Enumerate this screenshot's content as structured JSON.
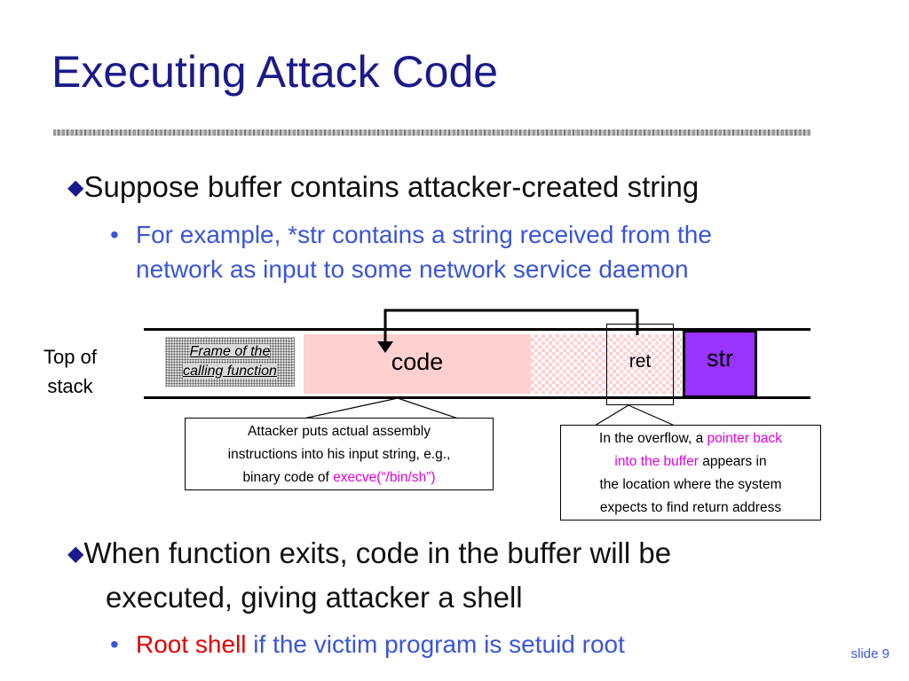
{
  "title": "Executing Attack Code",
  "bullet1": {
    "text": "Suppose buffer contains attacker-created string",
    "sub_line1": "For example, *str contains a string received from the",
    "sub_line2": "network as input to some network service daemon"
  },
  "diagram": {
    "top_of_stack_line1": "Top of",
    "top_of_stack_line2": "stack",
    "frame_line1": "Frame of the",
    "frame_line2": "calling function",
    "code_label": "code",
    "ret_label": "ret",
    "str_label": "str",
    "colors": {
      "code_fill": "#ffd0d0",
      "str_fill": "#9933ff",
      "frame_fill": "#bdbdbd"
    }
  },
  "callout_left": {
    "line1": "Attacker puts actual assembly",
    "line2": "instructions into his input string, e.g.,",
    "line3_prefix": "binary code of ",
    "line3_highlight": "execve(“/bin/sh”)"
  },
  "callout_right": {
    "line1_prefix": "In the overflow, a ",
    "line1_highlight": "pointer back",
    "line2_highlight": "into the buffer",
    "line2_suffix": " appears in",
    "line3": "the location where the system",
    "line4": "expects to find return address"
  },
  "bullet2": {
    "line1": "When function exits, code in the buffer will be",
    "line2": "executed, giving attacker a shell",
    "sub_highlight": "Root shell",
    "sub_rest": " if the victim program is setuid root"
  },
  "footer": {
    "slide_number": "slide 9"
  }
}
